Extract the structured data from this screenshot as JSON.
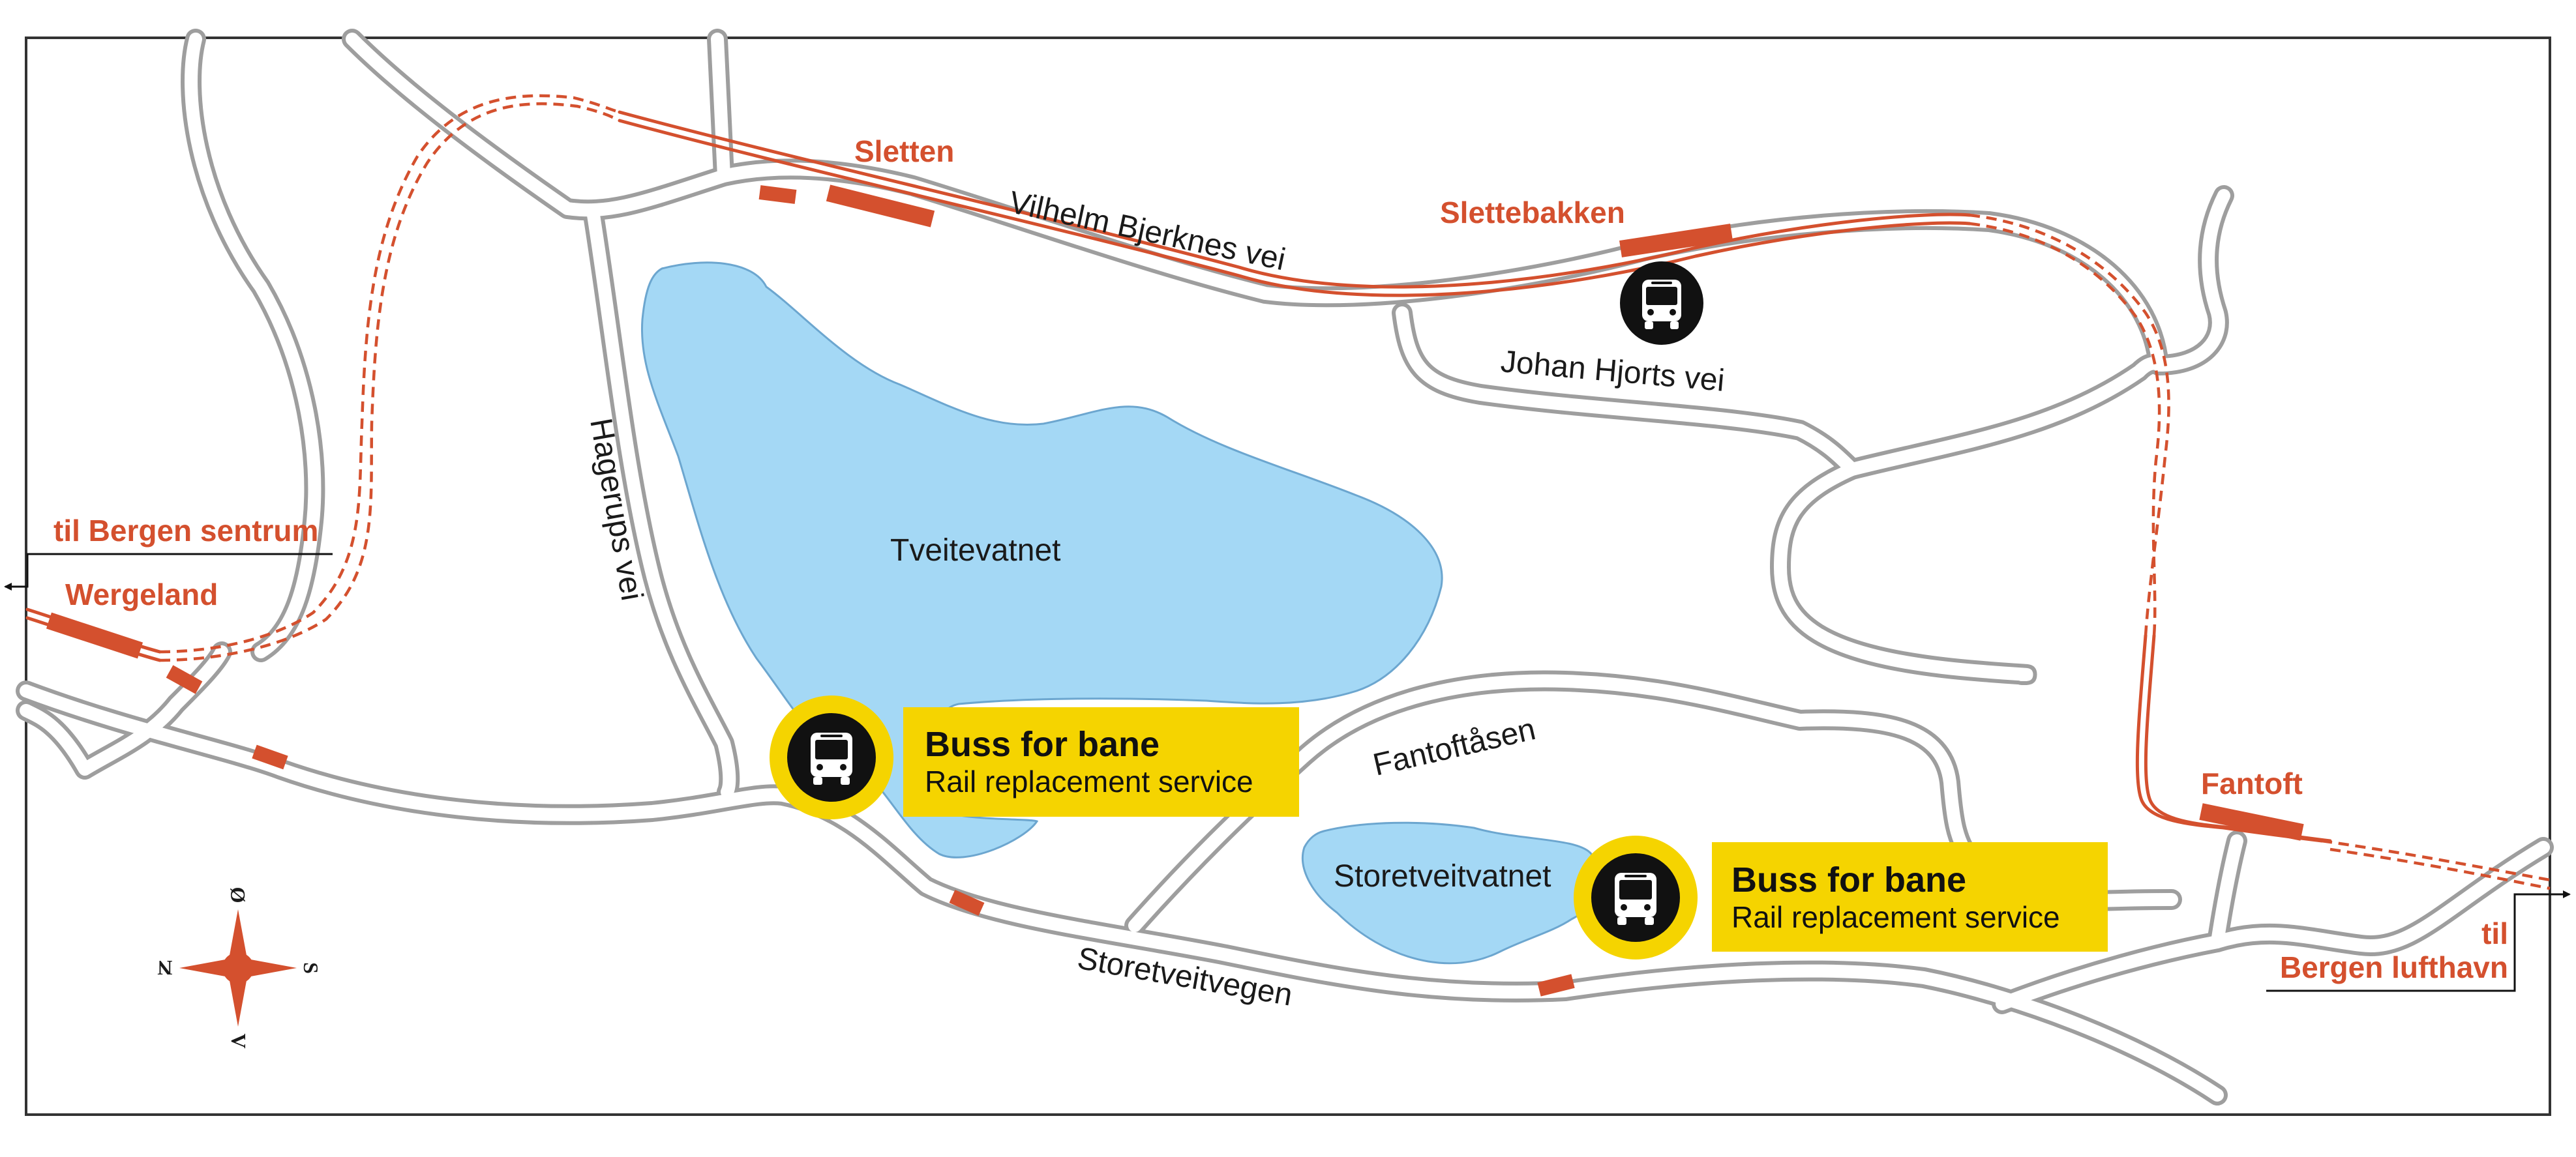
{
  "map": {
    "colors": {
      "rail": "#d4502e",
      "road_casing": "#9e9e9e",
      "lake": "#a4d8f5",
      "bus_badge": "#f5d400",
      "bus_icon_bg": "#111111"
    },
    "lakes": [
      "Tveitevatnet",
      "Storetveitvatnet"
    ],
    "roads": [
      "Vilhelm Bjerknes vei",
      "Johan Hjorts vei",
      "Hagerups vei",
      "Fantoftåsen",
      "Storetveitvegen"
    ],
    "stations": [
      "Sletten",
      "Slettebakken",
      "Wergeland",
      "Fantoft"
    ],
    "destinations": {
      "west": "til Bergen sentrum",
      "east_line1": "til",
      "east_line2": "Bergen lufthavn"
    },
    "bus_stops": [
      {
        "title": "Buss for bane",
        "subtitle": "Rail replacement  service"
      },
      {
        "title": "Buss for bane",
        "subtitle": "Rail replacement  service"
      }
    ],
    "compass": {
      "north": "N",
      "south": "S",
      "east": "Ø",
      "west": "V"
    },
    "icons": [
      "bus-icon",
      "compass-rose-icon",
      "arrow-west-icon",
      "arrow-east-icon"
    ]
  }
}
